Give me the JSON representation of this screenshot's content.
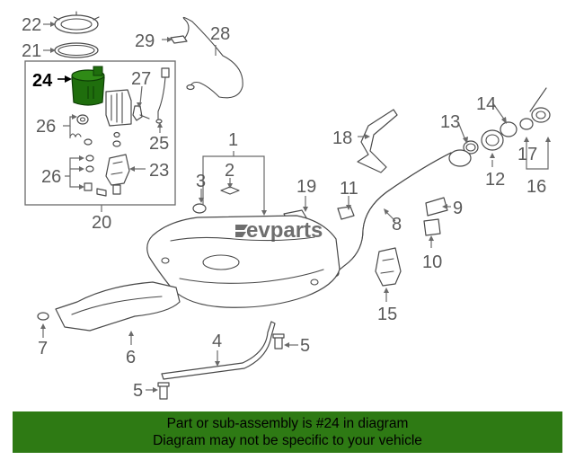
{
  "callouts": {
    "c1": "1",
    "c2": "2",
    "c3": "3",
    "c4": "4",
    "c5a": "5",
    "c5b": "5",
    "c6": "6",
    "c7": "7",
    "c8": "8",
    "c9": "9",
    "c10": "10",
    "c11": "11",
    "c12": "12",
    "c13": "13",
    "c14": "14",
    "c15": "15",
    "c16": "16",
    "c17": "17",
    "c18": "18",
    "c19": "19",
    "c20": "20",
    "c21": "21",
    "c22": "22",
    "c23": "23",
    "c24": "24",
    "c25": "25",
    "c26a": "26",
    "c26b": "26",
    "c27": "27",
    "c28": "28",
    "c29": "29"
  },
  "highlighted_part": "24",
  "watermark": "evparts",
  "banner": {
    "line1": "Part or sub-assembly is #24 in diagram",
    "line2": "Diagram may not be specific to your vehicle",
    "color": "#2e7a14"
  },
  "colors": {
    "highlight_part": "#1f6e0d",
    "line": "#4a4a4a",
    "label": "#5a5a5a"
  }
}
